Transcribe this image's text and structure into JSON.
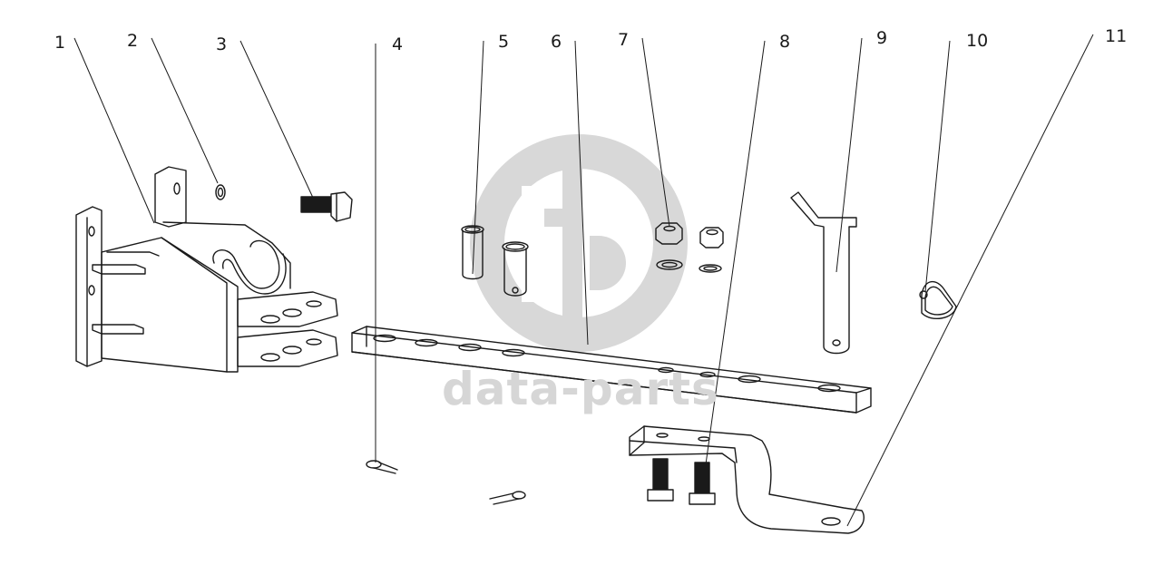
{
  "watermark": {
    "text": "data-parts",
    "color": "#cfcfcf"
  },
  "callouts": [
    "1",
    "2",
    "3",
    "4",
    "5",
    "6",
    "7",
    "8",
    "9",
    "10",
    "11"
  ],
  "corner_mark": "",
  "colors": {
    "line": "#1a1a1a",
    "background": "#ffffff"
  }
}
